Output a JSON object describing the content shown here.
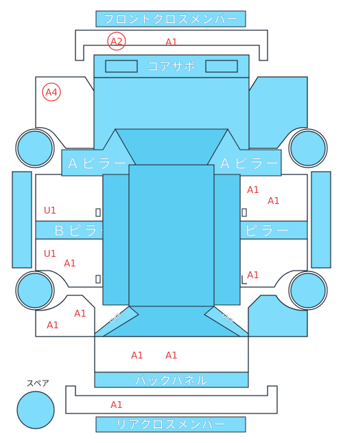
{
  "parts": {
    "front_cross_member": "フロントクロスメンバー",
    "core_support": "コアサポ",
    "a_pillar_left": "Ａピラー",
    "a_pillar_right": "Ａピラー",
    "b_pillar_left": "Ｂピラー",
    "b_pillar_right": "Ｂピラー",
    "back_panel": "バックパネル",
    "rear_cross_member": "リアクロスメンバー",
    "spare": "スペア",
    "unit_left": "Unit",
    "unit_right": "Unit"
  },
  "marks": {
    "front_a2": "A2",
    "front_a1": "A1",
    "left_front_a4": "A4",
    "left_door_u1_upper": "U1",
    "left_door_u1_lower": "U1",
    "left_door_a1": "A1",
    "left_rear_a1_upper": "A1",
    "left_rear_a1_lower": "A1",
    "right_door_a1_a": "A1",
    "right_door_a1_b": "A1",
    "right_door_a1_lower": "A1",
    "back_a1_left": "A1",
    "back_a1_right": "A1",
    "rear_a1": "A1"
  },
  "colors": {
    "panel_fill": "#7fdcfb",
    "panel_mid": "#5ccdf2",
    "panel_dark": "#3fbfe8",
    "outline": "#1c2a36",
    "mark_red": "#e83a3a"
  }
}
